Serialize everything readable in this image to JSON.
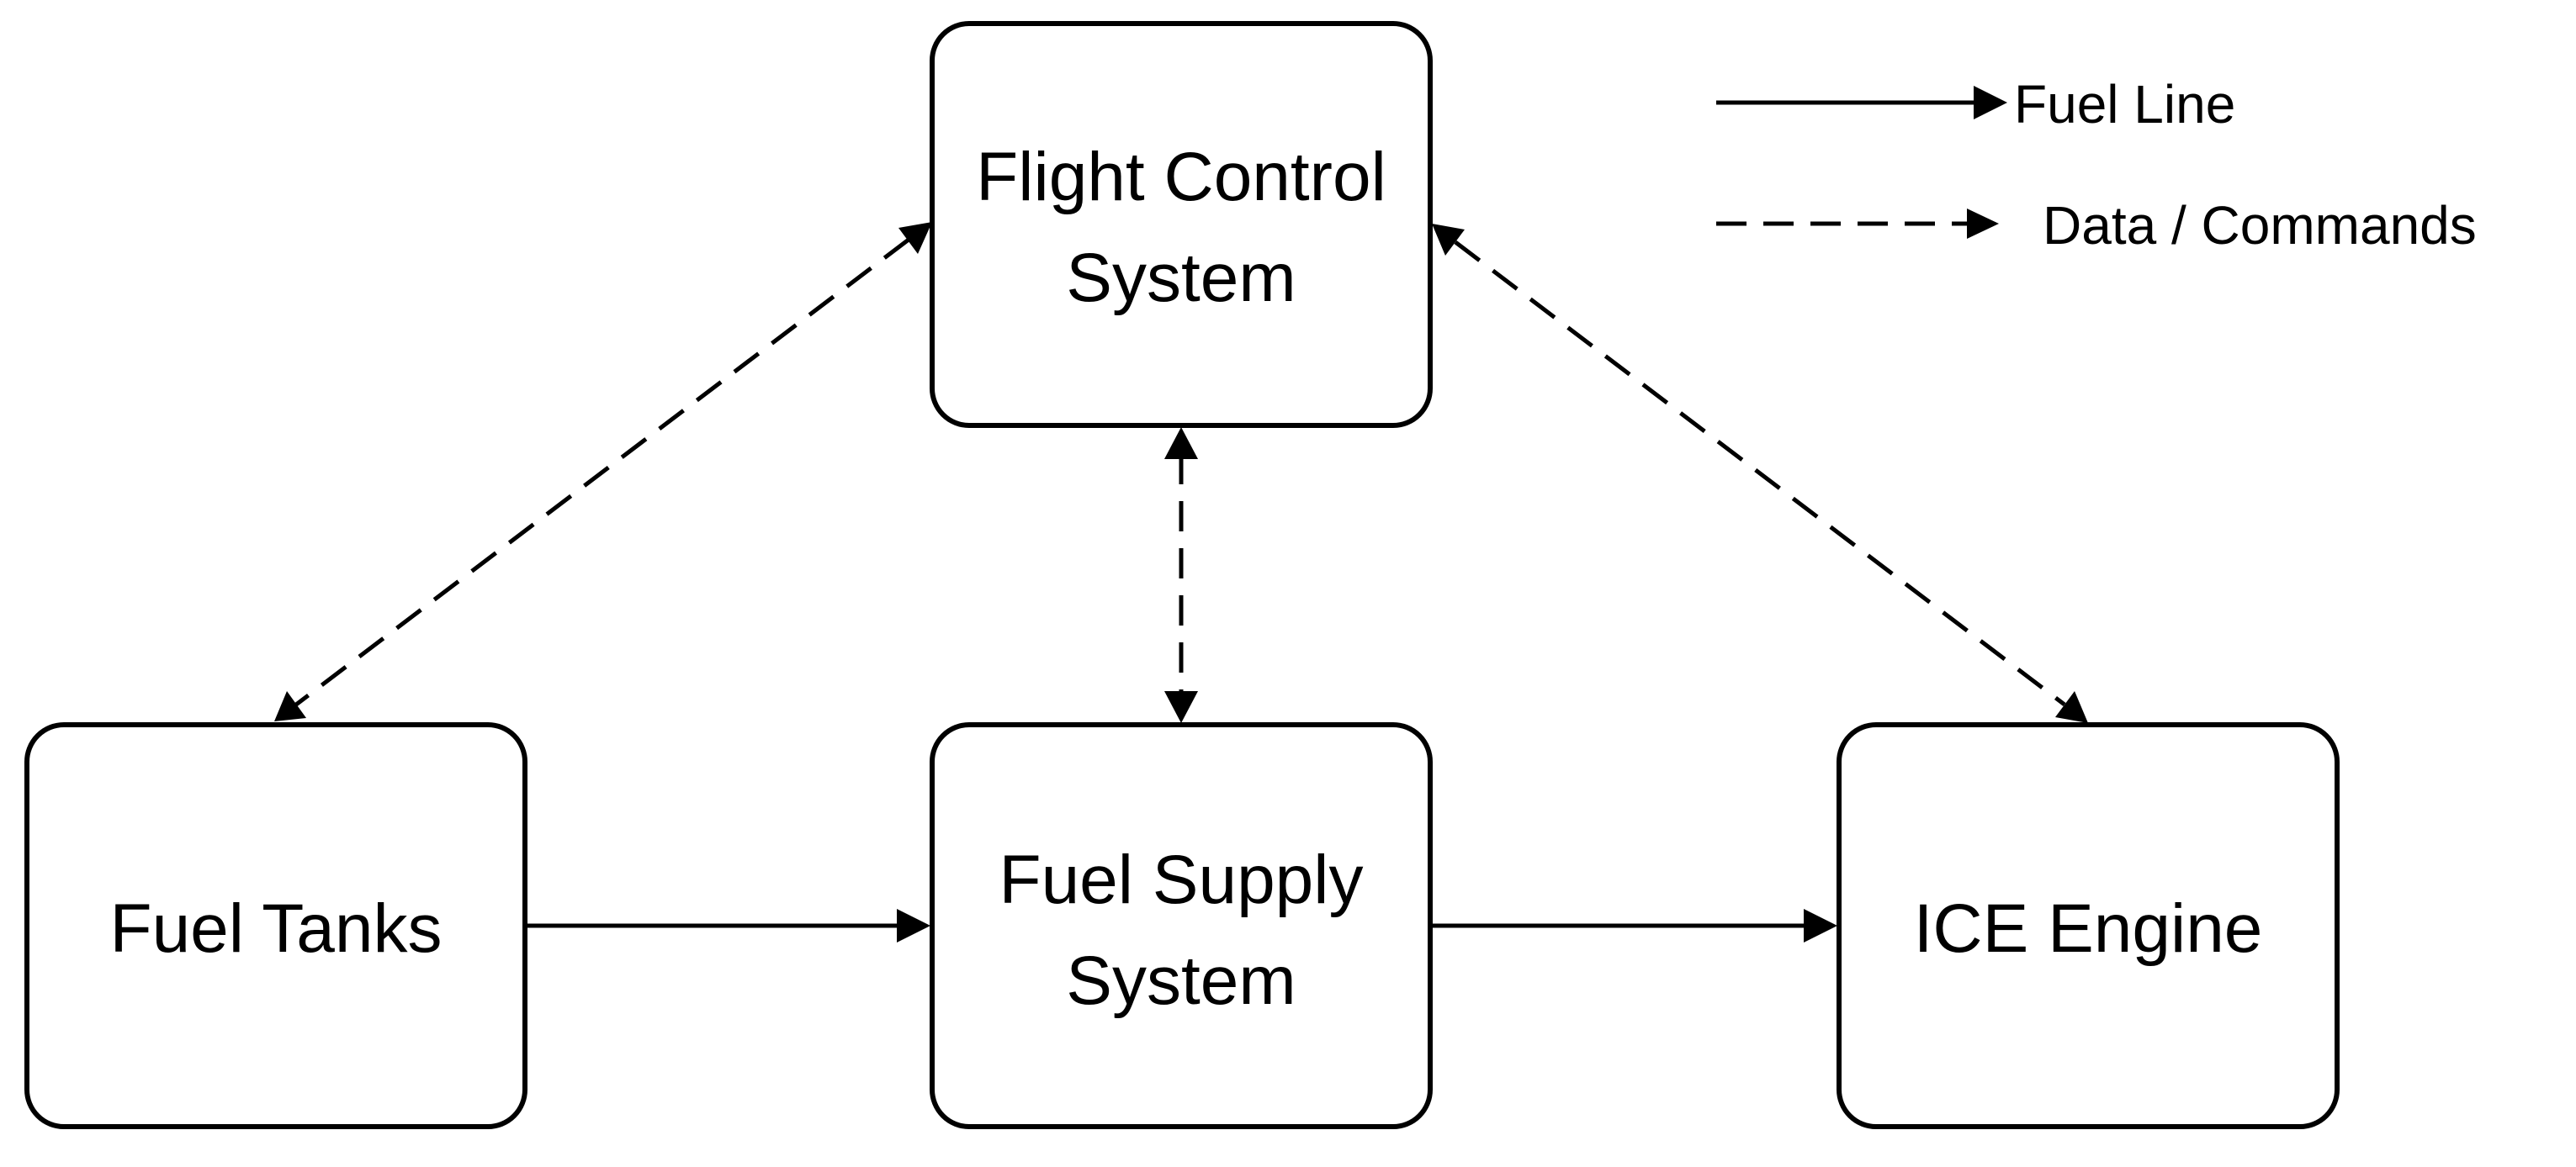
{
  "diagram": {
    "nodes": {
      "flight_control": {
        "lines": [
          "Flight Control",
          "System"
        ]
      },
      "fuel_tanks": {
        "lines": [
          "Fuel Tanks"
        ]
      },
      "fuel_supply": {
        "lines": [
          "Fuel Supply",
          "System"
        ]
      },
      "ice_engine": {
        "lines": [
          "ICE Engine"
        ]
      }
    },
    "edges": [
      {
        "from": "fuel_tanks",
        "to": "fuel_supply",
        "kind": "fuel line",
        "direction": "one-way"
      },
      {
        "from": "fuel_supply",
        "to": "ice_engine",
        "kind": "fuel line",
        "direction": "one-way"
      },
      {
        "from": "flight_control",
        "to": "fuel_tanks",
        "kind": "data / commands",
        "direction": "two-way"
      },
      {
        "from": "flight_control",
        "to": "fuel_supply",
        "kind": "data / commands",
        "direction": "two-way"
      },
      {
        "from": "flight_control",
        "to": "ice_engine",
        "kind": "data / commands",
        "direction": "two-way"
      }
    ],
    "legend": {
      "solid_label": "Fuel Line",
      "dashed_label": "Data / Commands"
    }
  }
}
